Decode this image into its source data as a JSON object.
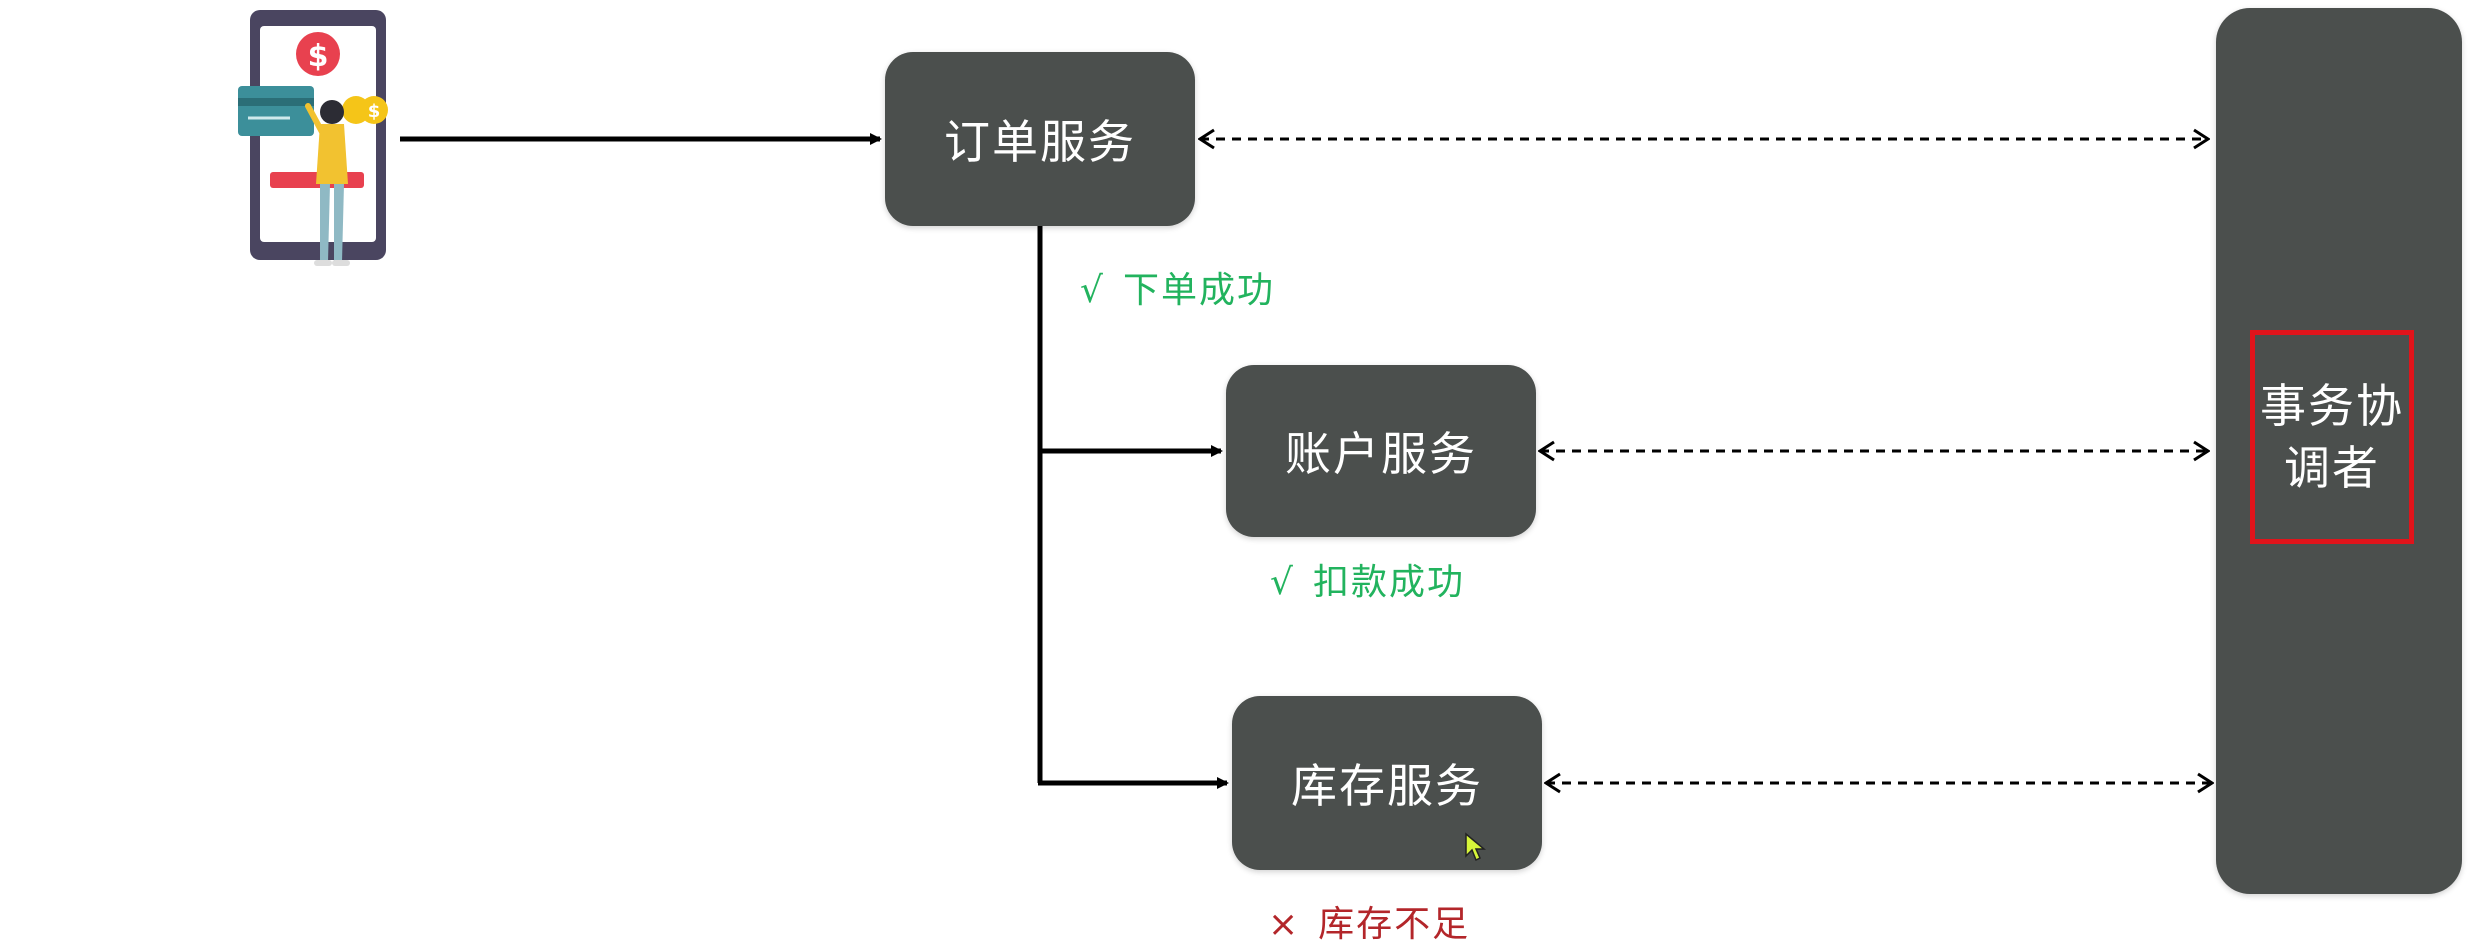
{
  "services": {
    "order": "订单服务",
    "account": "账户服务",
    "stock": "库存服务"
  },
  "coordinator": {
    "line1": "事务协",
    "line2": "调者"
  },
  "statuses": {
    "order": {
      "mark": "√",
      "text": "下单成功"
    },
    "account": {
      "mark": "√",
      "text": "扣款成功"
    },
    "stock": {
      "mark": "×",
      "text": "库存不足"
    }
  },
  "colors": {
    "box_fill": "#4b4f4d",
    "success": "#22b35e",
    "failure": "#b3262a",
    "highlight_border": "#e0141b"
  },
  "icons": [
    "mobile-payment-user-illustration",
    "mouse-cursor-icon"
  ]
}
